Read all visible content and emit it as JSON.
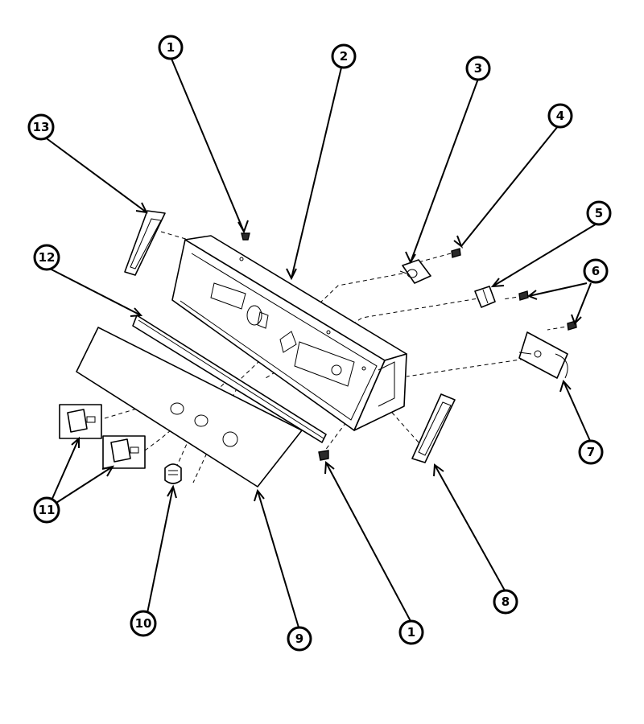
{
  "callouts": [
    {
      "id": "c1a",
      "label": "1"
    },
    {
      "id": "c2",
      "label": "2"
    },
    {
      "id": "c3",
      "label": "3"
    },
    {
      "id": "c4",
      "label": "4"
    },
    {
      "id": "c5",
      "label": "5"
    },
    {
      "id": "c6",
      "label": "6"
    },
    {
      "id": "c7",
      "label": "7"
    },
    {
      "id": "c8",
      "label": "8"
    },
    {
      "id": "c9",
      "label": "9"
    },
    {
      "id": "c10",
      "label": "10"
    },
    {
      "id": "c11",
      "label": "11"
    },
    {
      "id": "c12",
      "label": "12"
    },
    {
      "id": "c13",
      "label": "13"
    },
    {
      "id": "c1b",
      "label": "1"
    }
  ],
  "colors": {
    "ink": "#000000",
    "paper": "#ffffff"
  }
}
